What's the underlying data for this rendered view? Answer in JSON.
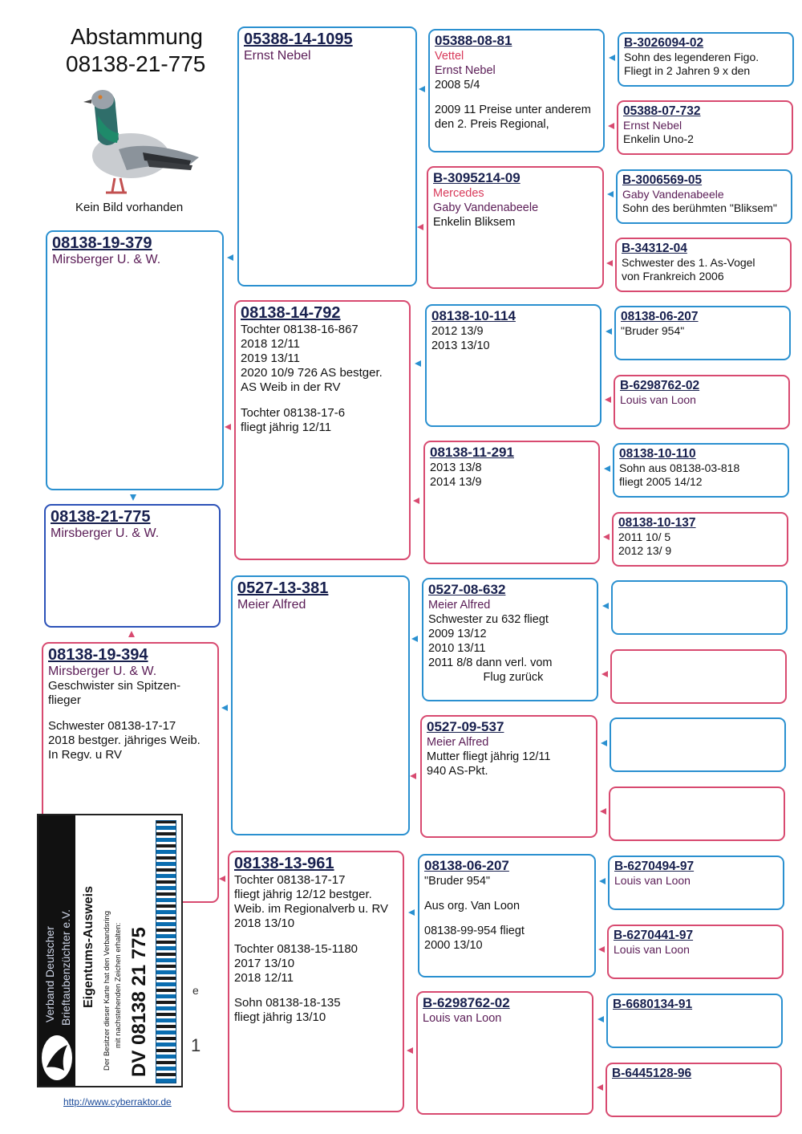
{
  "header": {
    "title_line1": "Abstammung",
    "title_line2": "08138-21-775",
    "no_picture": "Kein Bild vorhanden"
  },
  "subject": {
    "ring": "08138-21-775",
    "lines": [
      "Mirsberger U. & W."
    ]
  },
  "father": {
    "ring": "08138-19-379",
    "lines": [
      "Mirsberger U. & W."
    ]
  },
  "mother": {
    "ring": "08138-19-394",
    "lines": [
      "Mirsberger U. & W.",
      "Geschwister sin Spitzen-",
      "flieger",
      "",
      "Schwester 08138-17-17",
      "2018 bestger. jähriges Weib.",
      "In Regv. u RV"
    ]
  },
  "gen2": [
    {
      "ring": "05388-14-1095",
      "lines": [
        "Ernst Nebel"
      ]
    },
    {
      "ring": "08138-14-792",
      "lines": [
        "Tochter 08138-16-867",
        "2018 12/11",
        "2019  13/11",
        "2020  10/9  726 AS bestger.",
        "AS Weib in der RV",
        "",
        "Tochter 08138-17-6",
        "fliegt jährig 12/11"
      ]
    },
    {
      "ring": "0527-13-381",
      "lines": [
        "Meier Alfred"
      ]
    },
    {
      "ring": "08138-13-961",
      "lines": [
        "Tochter 08138-17-17",
        "fliegt jährig 12/12 bestger.",
        "Weib. im Regionalverb u. RV",
        "2018 13/10",
        "",
        "Tochter 08138-15-1180",
        "2017 13/10",
        "2018 12/11",
        "",
        "Sohn 08138-18-135",
        "fliegt jährig 13/10"
      ]
    }
  ],
  "gen3": [
    {
      "ring": "05388-08-81",
      "name": "Vettel",
      "lines": [
        "Ernst Nebel",
        "2008 5/4",
        "",
        "2009 11 Preise unter anderem",
        "den 2. Preis Regional,"
      ]
    },
    {
      "ring": "B-3095214-09",
      "name": "Mercedes",
      "lines": [
        "Gaby Vandenabeele",
        "Enkelin Bliksem"
      ]
    },
    {
      "ring": "08138-10-114",
      "lines": [
        "2012  13/9",
        "2013  13/10"
      ]
    },
    {
      "ring": "08138-11-291",
      "lines": [
        "2013  13/8",
        "2014  13/9"
      ]
    },
    {
      "ring": "0527-08-632",
      "lines": [
        "Meier Alfred",
        "Schwester zu 632 fliegt",
        "2009  13/12",
        "2010  13/11",
        "2011    8/8  dann verl. vom",
        "                 Flug zurück"
      ]
    },
    {
      "ring": "0527-09-537",
      "lines": [
        "Meier Alfred",
        "Mutter fliegt jährig 12/11",
        "940 AS-Pkt."
      ]
    },
    {
      "ring": "08138-06-207",
      "lines": [
        "\"Bruder 954\"",
        "",
        "Aus org. Van Loon",
        "",
        "08138-99-954 fliegt",
        "2000 13/10"
      ]
    },
    {
      "ring": "B-6298762-02",
      "lines": [
        "Louis van Loon"
      ]
    }
  ],
  "gen4": [
    {
      "ring": "B-3026094-02",
      "lines": [
        "Sohn des legenderen Figo.",
        "Fliegt in 2 Jahren 9 x den"
      ]
    },
    {
      "ring": "05388-07-732",
      "lines": [
        "Ernst Nebel",
        "Enkelin Uno-2"
      ]
    },
    {
      "ring": "B-3006569-05",
      "lines": [
        "Gaby Vandenabeele",
        "Sohn des berühmten \"Bliksem\""
      ]
    },
    {
      "ring": "B-34312-04",
      "lines": [
        "Schwester des 1. As-Vogel",
        "von Frankreich 2006"
      ]
    },
    {
      "ring": "08138-06-207",
      "lines": [
        "\"Bruder 954\""
      ]
    },
    {
      "ring": "B-6298762-02",
      "lines": [
        "Louis van Loon"
      ]
    },
    {
      "ring": "08138-10-110",
      "lines": [
        "Sohn aus 08138-03-818",
        "fliegt 2005  14/12"
      ]
    },
    {
      "ring": "08138-10-137",
      "lines": [
        "2011  10/ 5",
        "2012  13/ 9"
      ]
    },
    {
      "ring": "",
      "lines": []
    },
    {
      "ring": "",
      "lines": []
    },
    {
      "ring": "",
      "lines": []
    },
    {
      "ring": "",
      "lines": []
    },
    {
      "ring": "B-6270494-97",
      "lines": [
        "Louis van Loon"
      ]
    },
    {
      "ring": "B-6270441-97",
      "lines": [
        "Louis van Loon"
      ]
    },
    {
      "ring": "B-6680134-91",
      "lines": []
    },
    {
      "ring": "B-6445128-96",
      "lines": []
    }
  ],
  "card": {
    "org_line1": "Verband Deutscher",
    "org_line2": "Brieftaubenzüchter e.V.",
    "title": "Eigentums-Ausweis",
    "text1": "Der Besitzer dieser Karte hat den Verbandsring",
    "text2": "mit nachstehenden Zeichen erhalten:",
    "ring": "DV 08138 21 775"
  },
  "footer": {
    "url": "http://www.cyberraktor.de",
    "mark1": "e",
    "mark2": "1"
  },
  "colors": {
    "male_border": "#2a90d0",
    "female_border": "#d84a70",
    "subject_border": "#2c52b8",
    "ring_text": "#18204e",
    "breeder_text": "#5a1c56",
    "name_text": "#d83a5a"
  }
}
